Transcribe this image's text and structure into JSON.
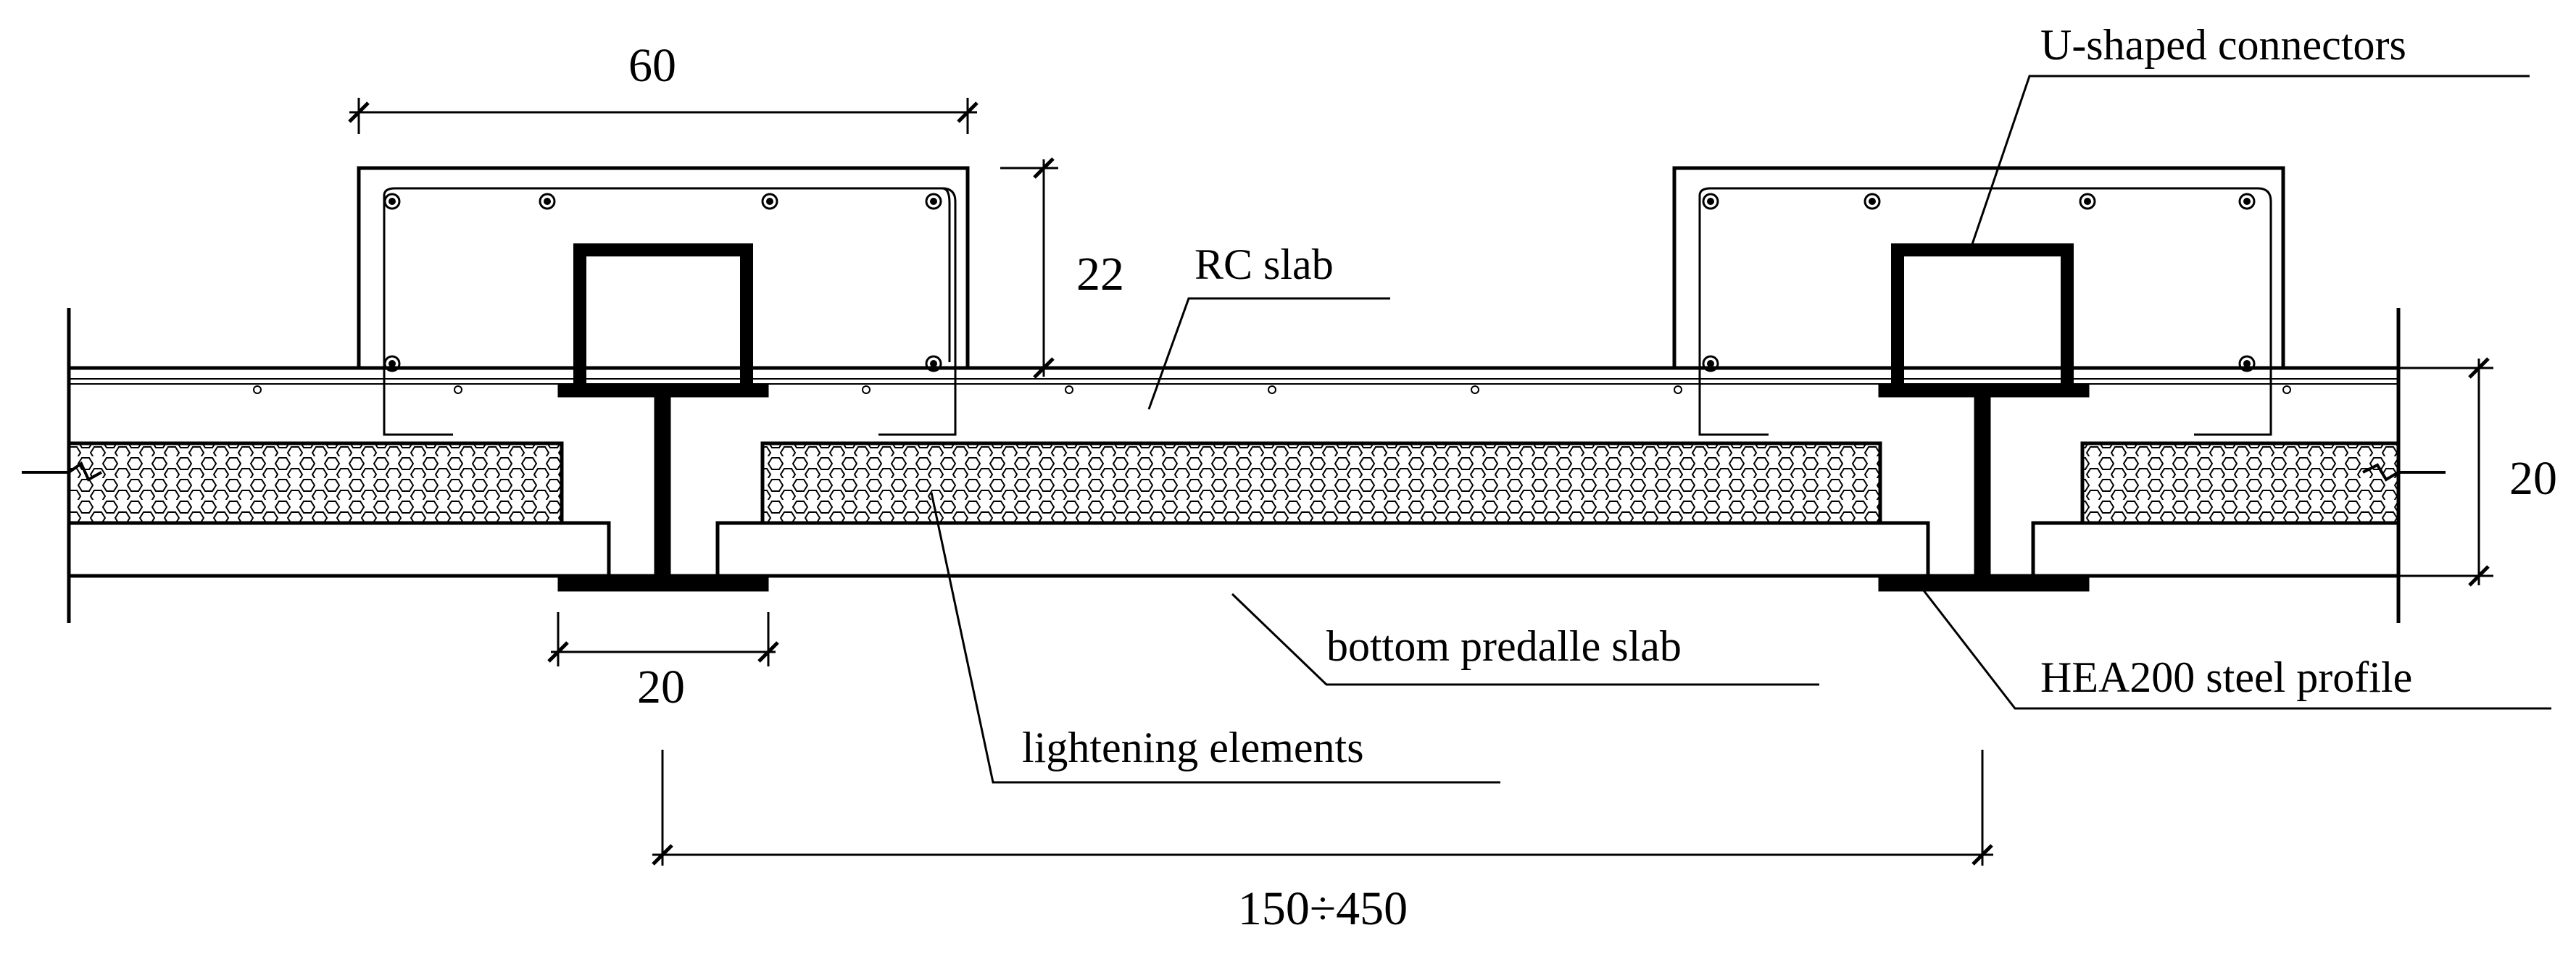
{
  "labels": {
    "u_connectors": "U-shaped connectors",
    "rc_slab": "RC slab",
    "bottom_predalle": "bottom predalle slab",
    "hea200": "HEA200 steel profile",
    "lightening": "lightening elements"
  },
  "dimensions": {
    "top_width": "60",
    "upstand_height": "22",
    "slab_depth": "20",
    "flange_width": "20",
    "span": "150÷450"
  },
  "colors": {
    "line": "#000000",
    "background": "#ffffff"
  }
}
